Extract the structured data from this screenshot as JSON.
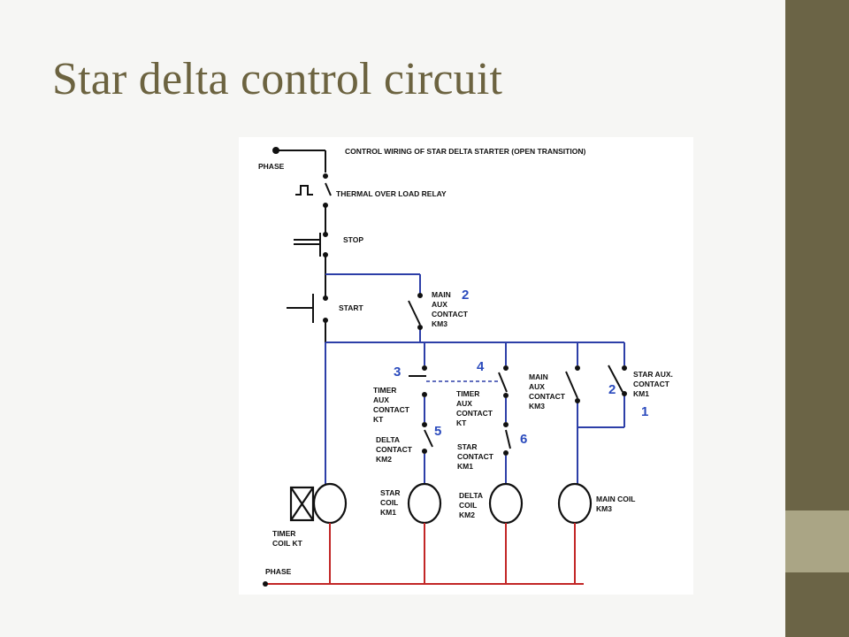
{
  "slide": {
    "title": "Star delta control circuit",
    "colors": {
      "title": "#6c6340",
      "side_bar": "#6b6446",
      "side_accent": "#aaa585",
      "background": "#f6f6f4"
    }
  },
  "diagram": {
    "colors": {
      "black_wire": "#111111",
      "blue_wire": "#2d3fa8",
      "red_wire": "#c22626",
      "number_label": "#2b4bbd"
    },
    "labels": {
      "title": "CONTROL WIRING OF STAR DELTA STARTER (OPEN TRANSITION)",
      "phase_top": "PHASE",
      "thermal": "THERMAL OVER LOAD RELAY",
      "stop": "STOP",
      "start": "START",
      "main_aux_top": [
        "MAIN",
        "AUX",
        "CONTACT",
        "KM3"
      ],
      "timer_aux_kt": [
        "TIMER",
        "AUX",
        "CONTACT",
        "KT"
      ],
      "timer_aux_right": [
        "TIMER",
        "AUX",
        "CONTACT",
        "KT"
      ],
      "main_aux_right": [
        "MAIN",
        "AUX",
        "CONTACT",
        "KM3"
      ],
      "star_aux": [
        "STAR AUX.",
        "CONTACT",
        "KM1"
      ],
      "delta_contact": [
        "DELTA",
        "CONTACT",
        "KM2"
      ],
      "star_contact": [
        "STAR",
        "CONTACT",
        "KM1"
      ],
      "star_coil": [
        "STAR",
        "COIL",
        "KM1"
      ],
      "delta_coil": [
        "DELTA",
        "COIL",
        "KM2"
      ],
      "main_coil": [
        "MAIN COIL",
        "KM3"
      ],
      "timer_coil": [
        "TIMER",
        "COIL KT"
      ],
      "phase_bottom": "PHASE",
      "numbers": [
        "2",
        "3",
        "4",
        "5",
        "6",
        "2",
        "1"
      ]
    }
  }
}
